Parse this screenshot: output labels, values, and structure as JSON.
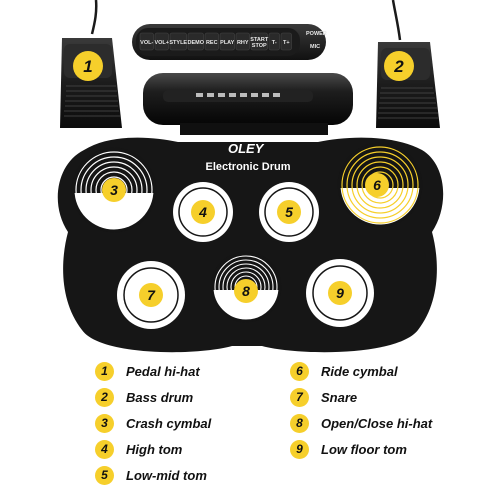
{
  "device": {
    "brand": "OLEY",
    "product_label": "Electronic Drum",
    "console_buttons": [
      "VOL-",
      "VOL+",
      "STYLE",
      "DEMO",
      "REC",
      "PLAY",
      "RHY",
      "START STOP",
      "T-",
      "T+"
    ],
    "console_side_labels": [
      "POWER",
      "MIC"
    ]
  },
  "pads": [
    {
      "number": "1",
      "label": "Pedal hi-hat"
    },
    {
      "number": "2",
      "label": "Bass drum"
    },
    {
      "number": "3",
      "label": "Crash cymbal"
    },
    {
      "number": "4",
      "label": "High tom"
    },
    {
      "number": "5",
      "label": "Low-mid tom"
    },
    {
      "number": "6",
      "label": "Ride cymbal"
    },
    {
      "number": "7",
      "label": "Snare"
    },
    {
      "number": "8",
      "label": "Open/Close hi-hat"
    },
    {
      "number": "9",
      "label": "Low floor tom"
    }
  ],
  "colors": {
    "badge": "#f6cf2b",
    "pad_body": "#151515",
    "pad_face": "#ffffff",
    "text": "#111111"
  }
}
